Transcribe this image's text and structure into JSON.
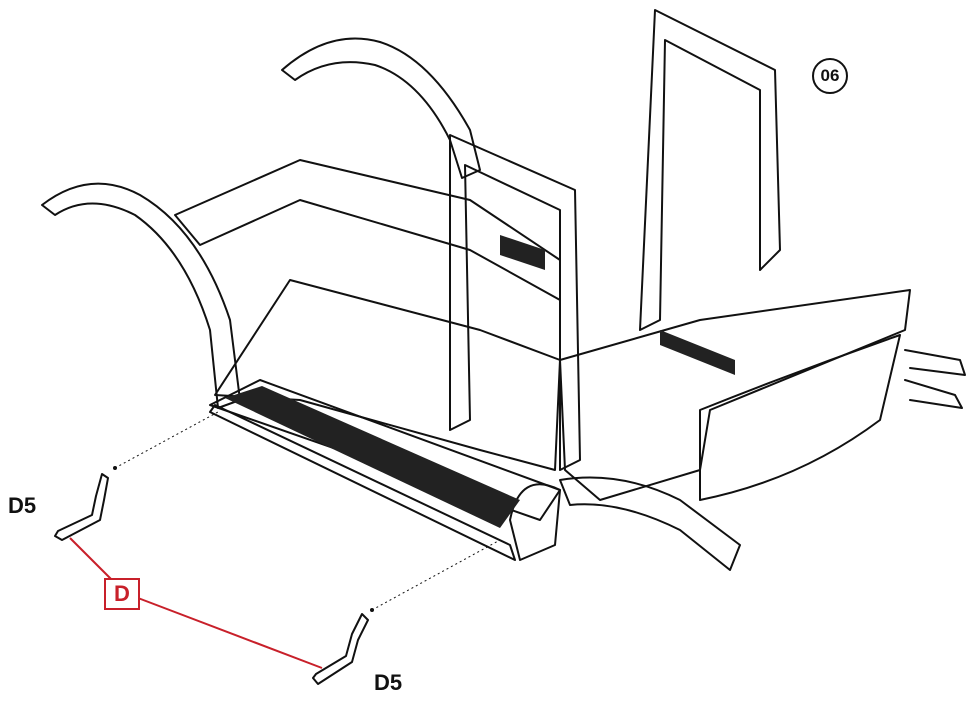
{
  "step": {
    "number": "06"
  },
  "callout": {
    "letter": "D"
  },
  "parts": [
    {
      "label": "D5"
    },
    {
      "label": "D5"
    }
  ],
  "colors": {
    "callout": "#c8202a",
    "line": "#111111",
    "tread": "#222222"
  }
}
